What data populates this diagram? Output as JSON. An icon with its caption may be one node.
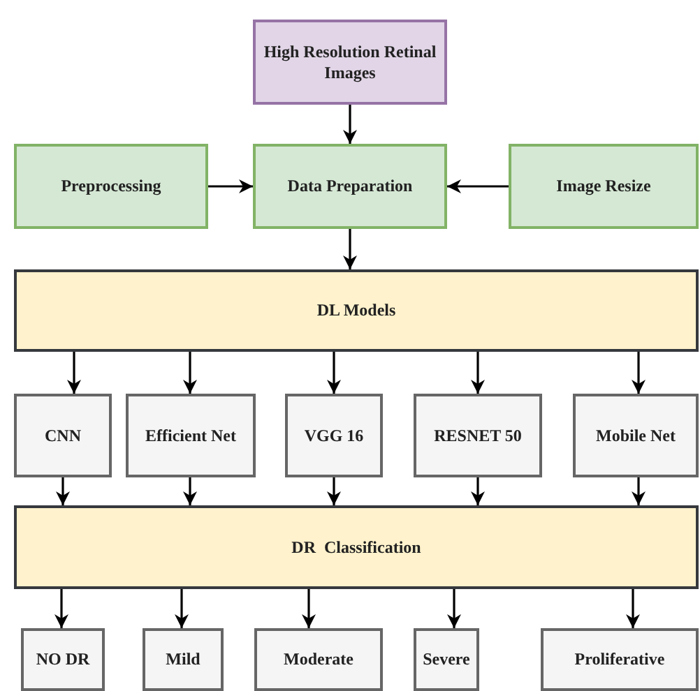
{
  "diagram": {
    "nodes": [
      {
        "text": [
          "High Resolution Retinal Images"
        ]
      },
      {
        "text": [
          "Preprocessing"
        ]
      },
      {
        "text": [
          "Data Preparation"
        ]
      },
      {
        "text": [
          "Image Resize"
        ]
      },
      {
        "text": [
          "DL Models"
        ]
      },
      {
        "text": [
          "CNN"
        ]
      },
      {
        "text": [
          "Efficient Net"
        ]
      },
      {
        "text": [
          "VGG 16"
        ]
      },
      {
        "text": [
          "RESNET 50"
        ]
      },
      {
        "text": [
          "Mobile Net"
        ]
      },
      {
        "text": [
          "DR  Classification"
        ]
      },
      {
        "text": [
          "NO DR"
        ]
      },
      {
        "text": [
          "Mild"
        ]
      },
      {
        "text": [
          "Moderate"
        ]
      },
      {
        "text": [
          "Severe"
        ]
      },
      {
        "text": [
          "Proliferative"
        ]
      }
    ],
    "edges": [
      {
        "from": 0,
        "to": 2,
        "arrow": "to"
      },
      {
        "from": 1,
        "to": 2,
        "arrow": "to"
      },
      {
        "from": 3,
        "to": 2,
        "arrow": "to"
      },
      {
        "from": 2,
        "to": 4,
        "arrow": "to"
      },
      {
        "from": 4,
        "to": 5,
        "arrow": "to"
      },
      {
        "from": 4,
        "to": 6,
        "arrow": "to"
      },
      {
        "from": 4,
        "to": 7,
        "arrow": "to"
      },
      {
        "from": 4,
        "to": 8,
        "arrow": "to"
      },
      {
        "from": 4,
        "to": 9,
        "arrow": "to"
      },
      {
        "from": 5,
        "to": 10,
        "arrow": "to"
      },
      {
        "from": 6,
        "to": 10,
        "arrow": "to"
      },
      {
        "from": 7,
        "to": 10,
        "arrow": "to"
      },
      {
        "from": 8,
        "to": 10,
        "arrow": "to"
      },
      {
        "from": 9,
        "to": 10,
        "arrow": "to"
      },
      {
        "from": 10,
        "to": 11,
        "arrow": "to"
      },
      {
        "from": 10,
        "to": 12,
        "arrow": "to"
      },
      {
        "from": 10,
        "to": 13,
        "arrow": "to"
      },
      {
        "from": 10,
        "to": 14,
        "arrow": "to"
      },
      {
        "from": 10,
        "to": 15,
        "arrow": "to"
      }
    ]
  }
}
